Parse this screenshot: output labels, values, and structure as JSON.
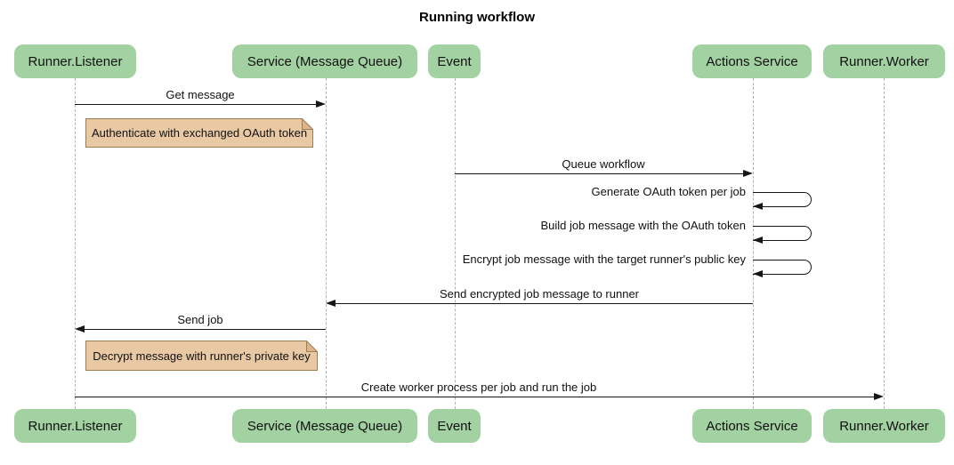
{
  "title": "Running workflow",
  "participants": [
    {
      "label": "Runner.Listener"
    },
    {
      "label": "Service (Message Queue)"
    },
    {
      "label": "Event"
    },
    {
      "label": "Actions Service"
    },
    {
      "label": "Runner.Worker"
    }
  ],
  "messages": [
    {
      "type": "message",
      "from": "Runner.Listener",
      "to": "Service (Message Queue)",
      "direction": "right",
      "label": "Get message"
    },
    {
      "type": "note",
      "over": "Runner.Listener",
      "label": "Authenticate with exchanged OAuth token"
    },
    {
      "type": "message",
      "from": "Event",
      "to": "Actions Service",
      "direction": "right",
      "label": "Queue workflow"
    },
    {
      "type": "self",
      "actor": "Actions Service",
      "label": "Generate OAuth token per job"
    },
    {
      "type": "self",
      "actor": "Actions Service",
      "label": "Build job message with the OAuth token"
    },
    {
      "type": "self",
      "actor": "Actions Service",
      "label": "Encrypt job message with the target runner's public key"
    },
    {
      "type": "message",
      "from": "Actions Service",
      "to": "Service (Message Queue)",
      "direction": "left",
      "label": "Send encrypted job message to runner"
    },
    {
      "type": "message",
      "from": "Service (Message Queue)",
      "to": "Runner.Listener",
      "direction": "left",
      "label": "Send job"
    },
    {
      "type": "note",
      "over": "Runner.Listener",
      "label": "Decrypt message with runner's private key"
    },
    {
      "type": "message",
      "from": "Runner.Listener",
      "to": "Runner.Worker",
      "direction": "right",
      "label": "Create worker process per job and run the job"
    }
  ],
  "colors": {
    "participant_fill": "#a2d2a2",
    "note_fill": "#e9c9a4",
    "note_border": "#9d7d52",
    "note_fold": "#ddb58d",
    "lifeline": "#b3b3b3",
    "arrow": "#161616",
    "background": "#ffffff"
  }
}
